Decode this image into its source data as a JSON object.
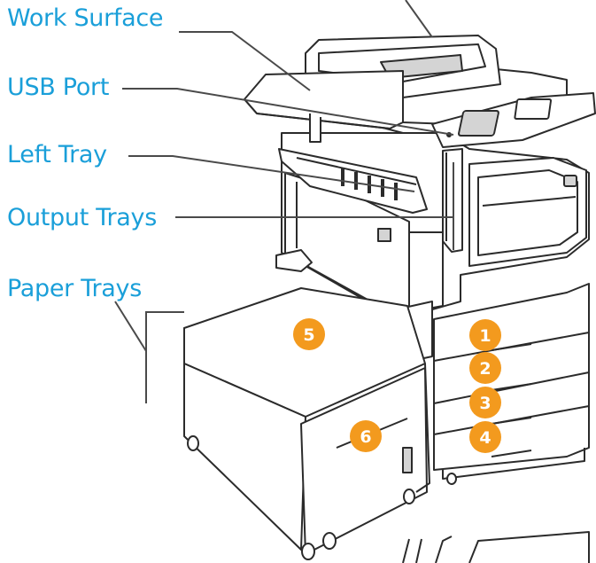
{
  "colors": {
    "label": "#1a9fd9",
    "badge": "#f39a1e",
    "badge_text": "#ffffff",
    "line": "#4a4a4a",
    "body_fill": "#ffffff",
    "body_stroke": "#2b2b2b",
    "shade": "#d4d4d4"
  },
  "labels": {
    "work_surface": "Work Surface",
    "usb_port": "USB Port",
    "left_tray": "Left Tray",
    "output_trays": "Output Trays",
    "paper_trays": "Paper Trays"
  },
  "badges": {
    "tray_1": "1",
    "tray_2": "2",
    "tray_3": "3",
    "tray_4": "4",
    "tray_5": "5",
    "tray_6": "6"
  }
}
